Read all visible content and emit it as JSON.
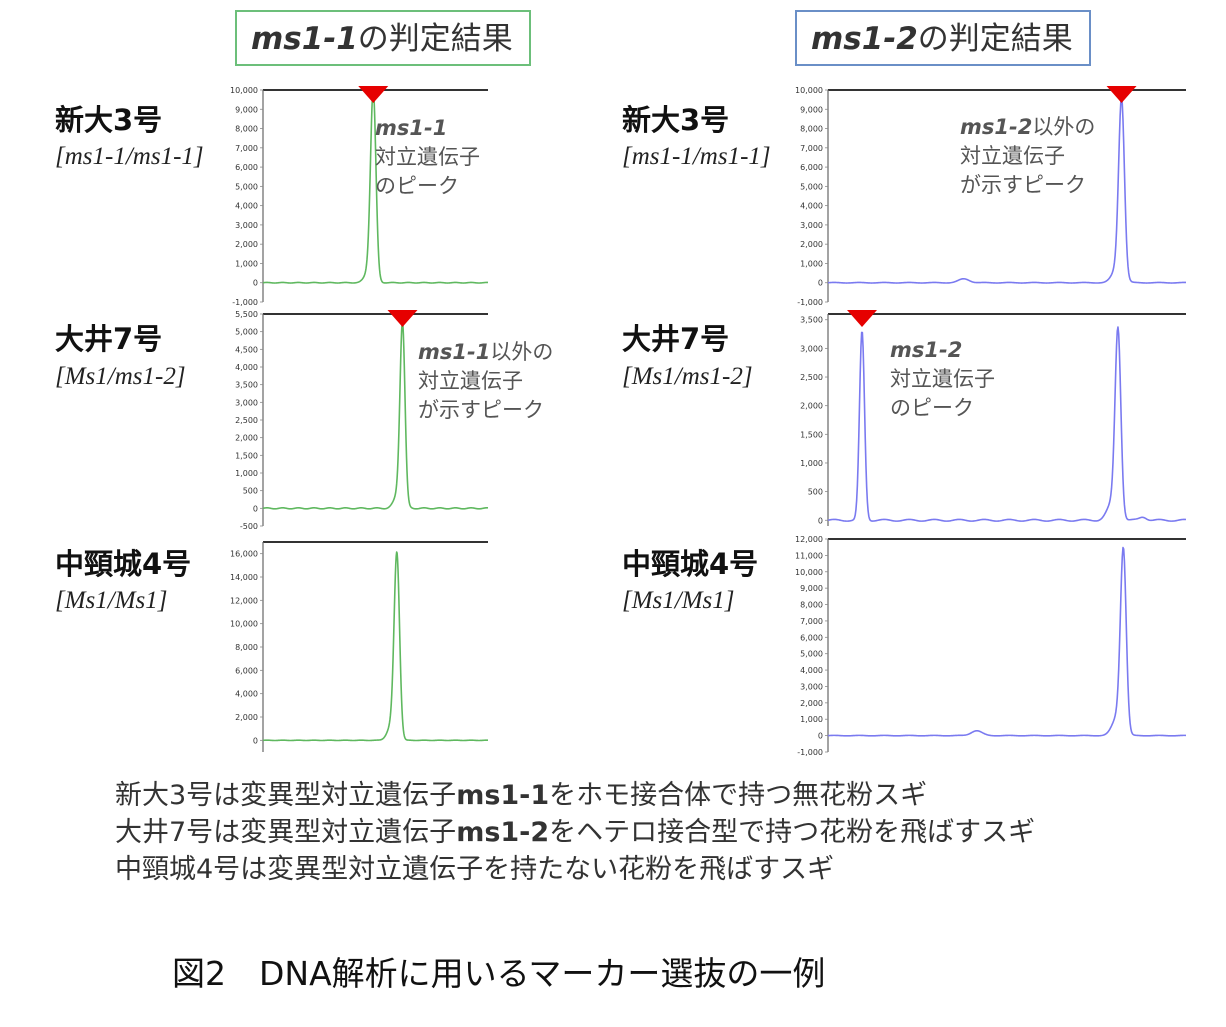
{
  "headers": {
    "left": {
      "marker": "ms1-1",
      "suffix": "の判定結果"
    },
    "right": {
      "marker": "ms1-2",
      "suffix": "の判定結果"
    }
  },
  "varieties": [
    {
      "name": "新大3号",
      "genotype": "[ms1-1/ms1-1]"
    },
    {
      "name": "大井7号",
      "genotype": "[Ms1/ms1-2]"
    },
    {
      "name": "中頸城4号",
      "genotype": "[Ms1/Ms1]"
    }
  ],
  "annotations": {
    "left_0": {
      "marker": "ms1-1",
      "line1": "",
      "line2": "対立遺伝子",
      "line3": "のピーク"
    },
    "left_1": {
      "marker": "ms1-1",
      "line1": "以外の",
      "line2": "対立遺伝子",
      "line3": "が示すピーク"
    },
    "right_0": {
      "marker": "ms1-2",
      "line1": "以外の",
      "line2": "対立遺伝子",
      "line3": "が示すピーク"
    },
    "right_1": {
      "marker": "ms1-2",
      "line1": "",
      "line2": "対立遺伝子",
      "line3": "のピーク"
    }
  },
  "descriptions": [
    {
      "pre": "新大3号は変異型対立遺伝子",
      "bold": "ms1-1",
      "post": "をホモ接合体で持つ無花粉スギ"
    },
    {
      "pre": "大井7号は変異型対立遺伝子",
      "bold": "ms1-2",
      "post": "をヘテロ接合型で持つ花粉を飛ばすスギ"
    },
    {
      "pre": "中頸城4号は変異型対立遺伝子を持たない花粉を飛ばすスギ",
      "bold": "",
      "post": ""
    }
  ],
  "caption": "図2　DNA解析に用いるマーカー選抜の一例",
  "colors": {
    "left_trace": "#5fb85f",
    "right_trace": "#7a7af0",
    "marker": "#e60000",
    "left_box": "#6cbf7a",
    "right_box": "#6a8fc7"
  },
  "chart_data": [
    {
      "id": "left_0",
      "type": "line",
      "color": "#5fb85f",
      "yticks": [
        "10,000",
        "9,000",
        "8,000",
        "7,000",
        "6,000",
        "5,000",
        "4,000",
        "3,000",
        "2,000",
        "1,000",
        "0",
        "-1,000"
      ],
      "ylim": [
        -1000,
        10000
      ],
      "xlim": [
        0,
        1
      ],
      "peaks": [
        {
          "x": 0.49,
          "height": 9500,
          "width": 0.012
        },
        {
          "x": 0.475,
          "height": 700,
          "width": 0.02
        }
      ],
      "baseline": 0,
      "marker_x": 0.49
    },
    {
      "id": "left_1",
      "type": "line",
      "color": "#5fb85f",
      "yticks": [
        "5,500",
        "5,000",
        "4,500",
        "4,000",
        "3,500",
        "3,000",
        "2,500",
        "2,000",
        "1,500",
        "1,000",
        "500",
        "0",
        "-500"
      ],
      "ylim": [
        -500,
        5500
      ],
      "xlim": [
        0,
        1
      ],
      "peaks": [
        {
          "x": 0.62,
          "height": 4950,
          "width": 0.011
        },
        {
          "x": 0.605,
          "height": 450,
          "width": 0.02
        }
      ],
      "baseline": 0,
      "marker_x": 0.62
    },
    {
      "id": "left_2",
      "type": "line",
      "color": "#5fb85f",
      "yticks": [
        "16,000",
        "14,000",
        "12,000",
        "10,000",
        "8,000",
        "6,000",
        "4,000",
        "2,000",
        "0"
      ],
      "ylim": [
        -1000,
        17000
      ],
      "xlim": [
        0,
        1
      ],
      "peaks": [
        {
          "x": 0.595,
          "height": 15300,
          "width": 0.012
        },
        {
          "x": 0.575,
          "height": 1400,
          "width": 0.02
        }
      ],
      "baseline": 0,
      "marker_x": null
    },
    {
      "id": "right_0",
      "type": "line",
      "color": "#7a7af0",
      "yticks": [
        "10,000",
        "9,000",
        "8,000",
        "7,000",
        "6,000",
        "5,000",
        "4,000",
        "3,000",
        "2,000",
        "1,000",
        "0",
        "-1,000"
      ],
      "ylim": [
        -1000,
        10000
      ],
      "xlim": [
        0,
        1
      ],
      "peaks": [
        {
          "x": 0.82,
          "height": 9000,
          "width": 0.008
        },
        {
          "x": 0.81,
          "height": 800,
          "width": 0.015
        },
        {
          "x": 0.38,
          "height": 200,
          "width": 0.015
        }
      ],
      "baseline": 0,
      "marker_x": 0.82
    },
    {
      "id": "right_1",
      "type": "line",
      "color": "#7a7af0",
      "yticks": [
        "3,500",
        "3,000",
        "2,500",
        "2,000",
        "1,500",
        "1,000",
        "500",
        "0"
      ],
      "ylim": [
        -100,
        3600
      ],
      "xlim": [
        0,
        1
      ],
      "peaks": [
        {
          "x": 0.095,
          "height": 3300,
          "width": 0.007
        },
        {
          "x": 0.81,
          "height": 3200,
          "width": 0.008
        },
        {
          "x": 0.795,
          "height": 300,
          "width": 0.015
        },
        {
          "x": 0.88,
          "height": 60,
          "width": 0.01
        }
      ],
      "baseline": 0,
      "marker_x": 0.095
    },
    {
      "id": "right_2",
      "type": "line",
      "color": "#7a7af0",
      "yticks": [
        "12,000",
        "11,000",
        "10,000",
        "9,000",
        "8,000",
        "7,000",
        "6,000",
        "5,000",
        "4,000",
        "3,000",
        "2,000",
        "1,000",
        "0",
        "-1,000"
      ],
      "ylim": [
        -1000,
        12000
      ],
      "xlim": [
        0,
        1
      ],
      "peaks": [
        {
          "x": 0.825,
          "height": 10800,
          "width": 0.008
        },
        {
          "x": 0.81,
          "height": 1200,
          "width": 0.015
        },
        {
          "x": 0.415,
          "height": 300,
          "width": 0.015
        }
      ],
      "baseline": 0,
      "marker_x": null
    }
  ]
}
